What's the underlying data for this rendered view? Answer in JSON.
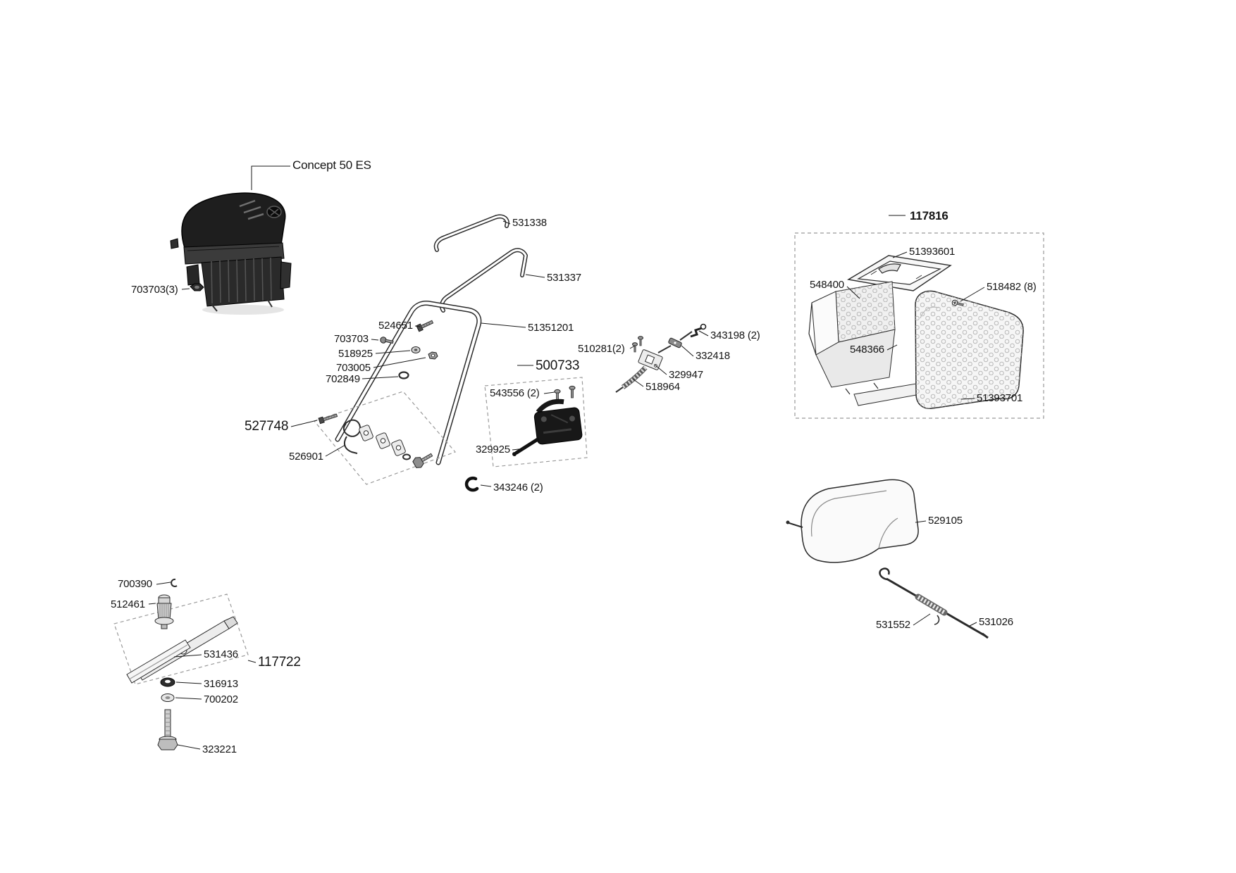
{
  "page": {
    "background": "#ffffff"
  },
  "diagram": {
    "title": "Concept 50 ES",
    "type": "exploded-parts-diagram"
  },
  "labels": {
    "concept": "Concept 50 ES",
    "p703703_3": "703703(3)",
    "p531338": "531338",
    "p531337": "531337",
    "p51351201": "51351201",
    "p524651": "524651",
    "p703703": "703703",
    "p518925": "518925",
    "p703005": "703005",
    "p702849": "702849",
    "p527748": "527748",
    "p526901": "526901",
    "p500733": "500733",
    "p543556": "543556 (2)",
    "p329925": "329925",
    "p343246": "343246 (2)",
    "p510281": "510281(2)",
    "p343198": "343198 (2)",
    "p332418": "332418",
    "p329947": "329947",
    "p518964": "518964",
    "p117816": "117816",
    "p51393601": "51393601",
    "p548400": "548400",
    "p518482": "518482 (8)",
    "p548366": "548366",
    "p51393701": "51393701",
    "p529105": "529105",
    "p531552": "531552",
    "p531026": "531026",
    "p700390": "700390",
    "p512461": "512461",
    "p531436": "531436",
    "p117722": "117722",
    "p316913": "316913",
    "p700202": "700202",
    "p323221": "323221"
  },
  "colors": {
    "line": "#2b2b2b",
    "dashed_box": "#9a9a9a",
    "engine_fill": "#1e1e1e",
    "background": "#ffffff"
  }
}
